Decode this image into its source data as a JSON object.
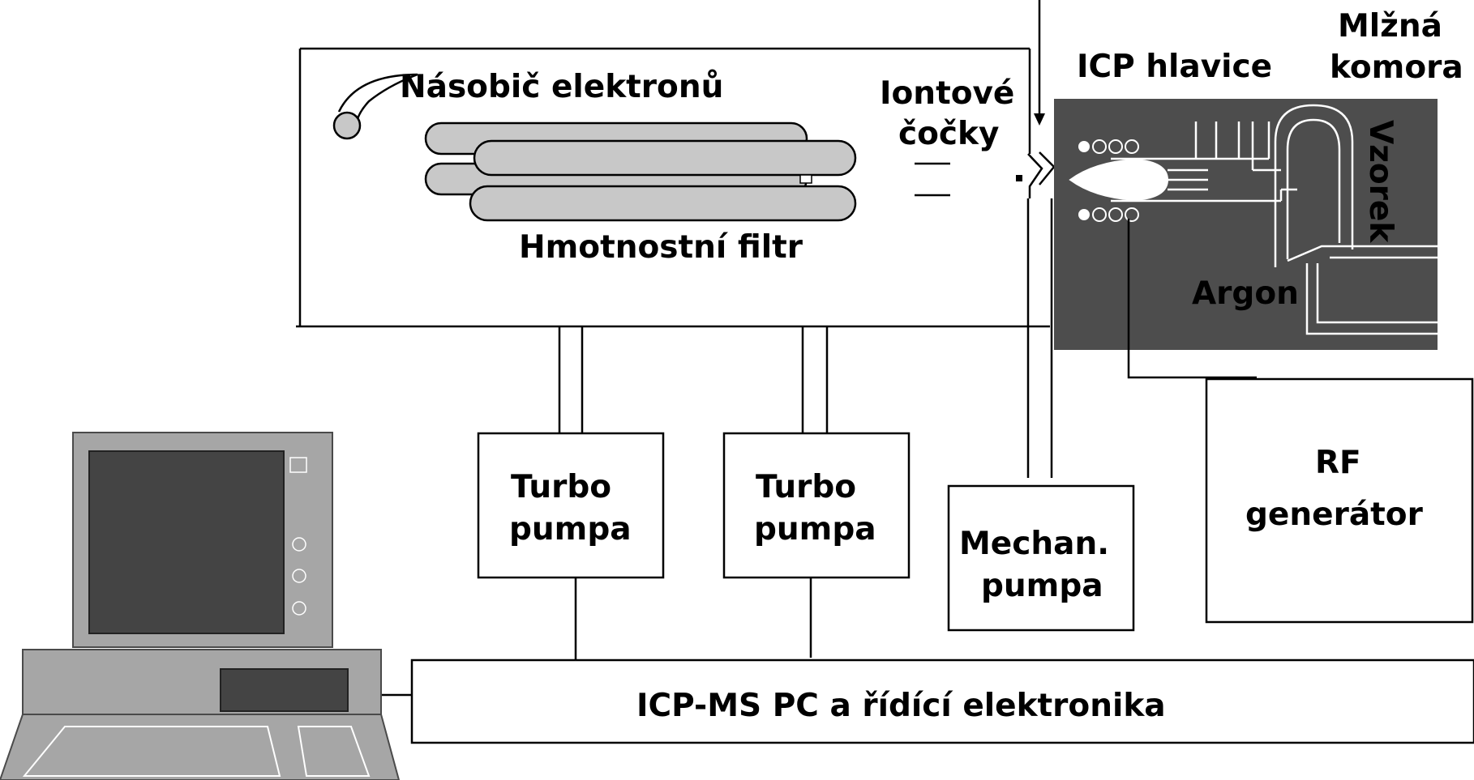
{
  "labels": {
    "detector": "Násobič elektronů",
    "mass_filter": "Hmotnostní filtr",
    "ion_lenses_line1": "Iontové",
    "ion_lenses_line2": "čočky",
    "icp_head": "ICP hlavice",
    "spray_chamber_line1": "Mlžná",
    "spray_chamber_line2": "komora",
    "sample": "Vzorek",
    "argon": "Argon",
    "rf_line1": "RF",
    "rf_line2": "generátor",
    "turbo1_line1": "Turbo",
    "turbo1_line2": "pumpa",
    "turbo2_line1": "Turbo",
    "turbo2_line2": "pumpa",
    "mech_line1": "Mechan.",
    "mech_line2": "pumpa",
    "electronics": "ICP-MS PC a řídící elektronika"
  },
  "colors": {
    "icp_panel": "#4d4d4d",
    "rods": "#c8c8c8",
    "computer_body": "#a6a6a6",
    "computer_screen": "#444444"
  }
}
